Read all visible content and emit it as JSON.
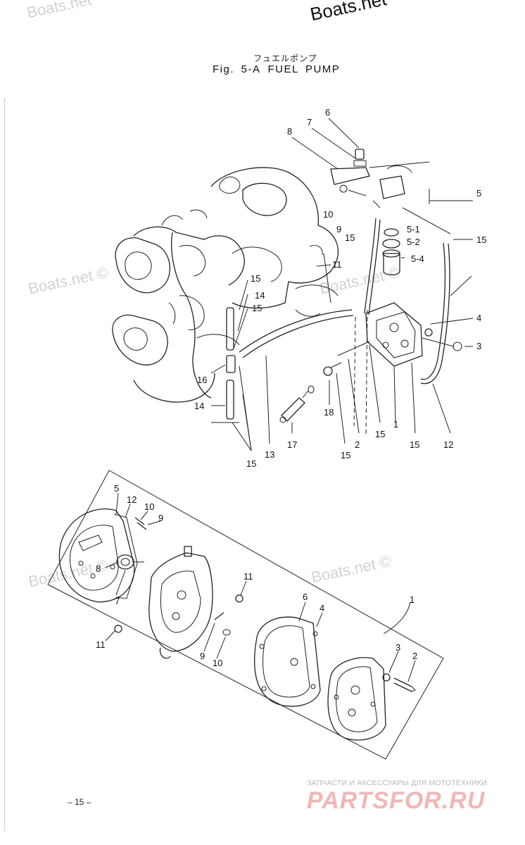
{
  "watermarks": {
    "brand": "Boats.net",
    "brand_copyright": "Boats.net ©"
  },
  "title": {
    "japanese": "フュエルポンプ",
    "figure": "Fig. 5-A",
    "name": "FUEL PUMP"
  },
  "callouts": {
    "top": [
      "6",
      "7",
      "8",
      "10",
      "9",
      "15",
      "5",
      "5-1",
      "5-2",
      "5-4",
      "15",
      "11",
      "15",
      "14",
      "15",
      "4",
      "3",
      "16",
      "14",
      "18",
      "17",
      "13",
      "15",
      "2",
      "15",
      "1",
      "15",
      "12",
      "15"
    ],
    "bottom": [
      "5",
      "12",
      "10",
      "9",
      "8",
      "7",
      "11",
      "11",
      "9",
      "10",
      "6",
      "4",
      "1",
      "3",
      "2"
    ]
  },
  "page_number": "– 15 –",
  "banner": {
    "caption": "ЗАПЧАСТИ И АКСЕССУАРЫ ДЛЯ МОТОТЕХНИКИ",
    "logo": "PARTSFOR.RU"
  }
}
